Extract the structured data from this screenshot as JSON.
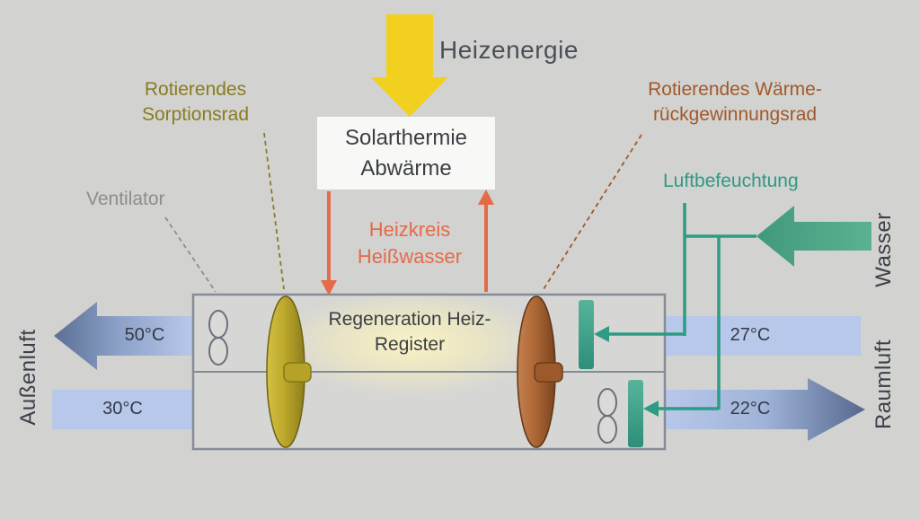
{
  "labels": {
    "heat_energy": "Heizenergie",
    "source_line1": "Solarthermie",
    "source_line2": "Abwärme",
    "sorption_line1": "Rotierendes",
    "sorption_line2": "Sorptionsrad",
    "recovery_line1": "Rotierendes Wärme-",
    "recovery_line2": "rückgewinnungsrad",
    "ventilator": "Ventilator",
    "humidification": "Luftbefeuchtung",
    "heating_circuit_line1": "Heizkreis",
    "heating_circuit_line2": "Heißwasser",
    "register_line1": "Regeneration Heiz-",
    "register_line2": "Register"
  },
  "temperatures": {
    "exhaust_air": "50°C",
    "outside_air": "30°C",
    "return_air": "27°C",
    "supply_air": "22°C"
  },
  "side_labels": {
    "left": "Außenluft",
    "right_top": "Wasser",
    "right_bottom": "Raumluft"
  },
  "colors": {
    "background": "#d2d2d0",
    "heat_energy_arrow": "#f1d01f",
    "sorption_wheel": "#b5a226",
    "recovery_wheel": "#b06a38",
    "teal_water": "#2e9b84",
    "orange_heating": "#e56a48",
    "air_band_light": "#b8c8ea",
    "air_band_dark": "#56688e",
    "duct_outline": "#858c97"
  }
}
